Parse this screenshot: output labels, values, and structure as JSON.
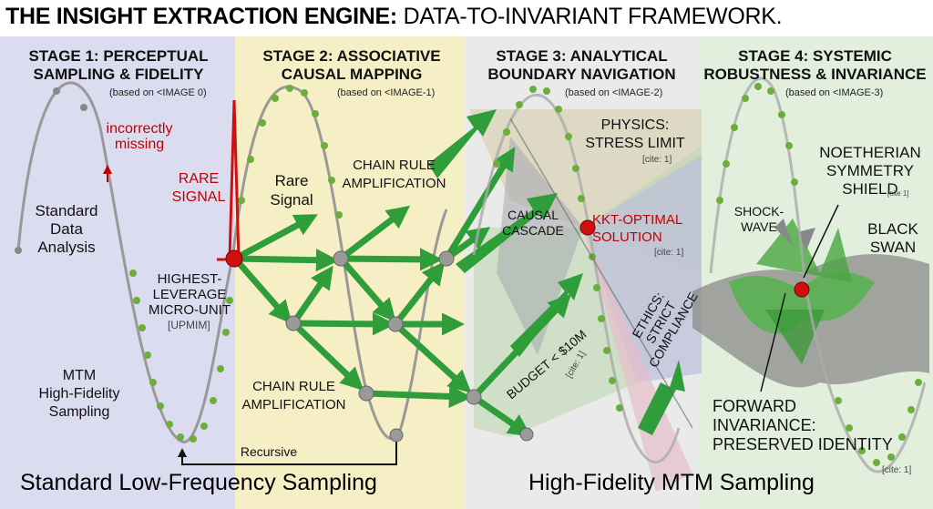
{
  "title": {
    "bold": "THE INSIGHT EXTRACTION ENGINE:",
    "rest": "DATA-TO-INVARIANT FRAMEWORK."
  },
  "stages": [
    {
      "heading": "STAGE 1: PERCEPTUAL\nSAMPLING &  FIDELITY",
      "based_on": "(based on <IMAGE 0)"
    },
    {
      "heading": "STAGE 2: ASSOCIATIVE\nCAUSAL MAPPING",
      "based_on": "(based on <IMAGE-1)"
    },
    {
      "heading": "STAGE 3: ANALYTICAL\nBOUNDARY NAVIGATION",
      "based_on": "(based on <IMAGE-2)"
    },
    {
      "heading": "STAGE 4: SYSTEMIC\nROBUSTNESS & INVARIANCE",
      "based_on": "(based on <IMAGE-3)"
    }
  ],
  "stage1": {
    "incorrectly_missing": "incorrectly\nmissing",
    "standard_data_analysis": "Standard\nData\nAnalysis",
    "rare_signal": "RARE\nSIGNAL",
    "highest_leverage": "HIGHEST-\nLEVERAGE\nMICRO-UNIT",
    "upmim": "[UPMIM]",
    "mtm_sampling": "MTM\nHigh-Fidelity\nSampling",
    "recursive": "Recursive"
  },
  "stage2": {
    "rare_signal": "Rare\nSignal",
    "chain_rule_top": "CHAIN RULE\nAMPLIFICATION",
    "chain_rule_bottom": "CHAIN RULE\nAMPLIFICATION"
  },
  "stage3": {
    "physics": "PHYSICS:\nSTRESS LIMIT",
    "physics_cite": "[cite: 1]",
    "causal_cascade": "CAUSAL\nCASCADE",
    "kkt": "KKT-OPTIMAL\nSOLUTION",
    "kkt_cite": "[cite: 1]",
    "ethics": "ETHICS:\nSTRICT\nCOMPLIANCE",
    "budget": "BUDGET < $10M",
    "budget_cite": "[cite: 1]"
  },
  "stage4": {
    "shockwave": "SHOCK-\nWAVE",
    "noetherian": "NOETHERIAN\nSYMMETRY\nSHIELD",
    "noetherian_cite": "[cite 1]",
    "black_swan": "BLACK\nSWAN",
    "forward_invariance": "FORWARD\nINVARIANCE:\nPRESERVED IDENTITY",
    "forward_cite": "[cite: 1]"
  },
  "footer": {
    "left": "Standard Low-Frequency Sampling",
    "right": "High-Fidelity MTM Sampling"
  },
  "colors": {
    "stage1_bg": "#dcdcf0",
    "stage2_bg": "#f6eec4",
    "stage3_bg": "#e9eae9",
    "stage4_bg": "#e2efdc",
    "green": "#2f9e3a",
    "dot": "#7db84a",
    "red": "#d01010",
    "node": "#9a9a9a"
  }
}
